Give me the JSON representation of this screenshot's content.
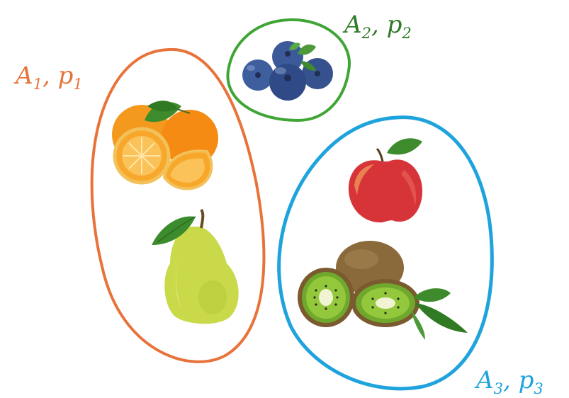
{
  "groups": [
    {
      "name": "A",
      "index": "1",
      "prob": "p",
      "color": "#E8733A",
      "fruits": [
        "orange",
        "pear"
      ]
    },
    {
      "name": "A",
      "index": "2",
      "prob": "p",
      "color": "#3FA535",
      "text_color": "#2E7A27",
      "fruits": [
        "blueberry"
      ]
    },
    {
      "name": "A",
      "index": "3",
      "prob": "p",
      "color": "#1FA3DC",
      "fruits": [
        "apple",
        "kiwi"
      ]
    }
  ]
}
